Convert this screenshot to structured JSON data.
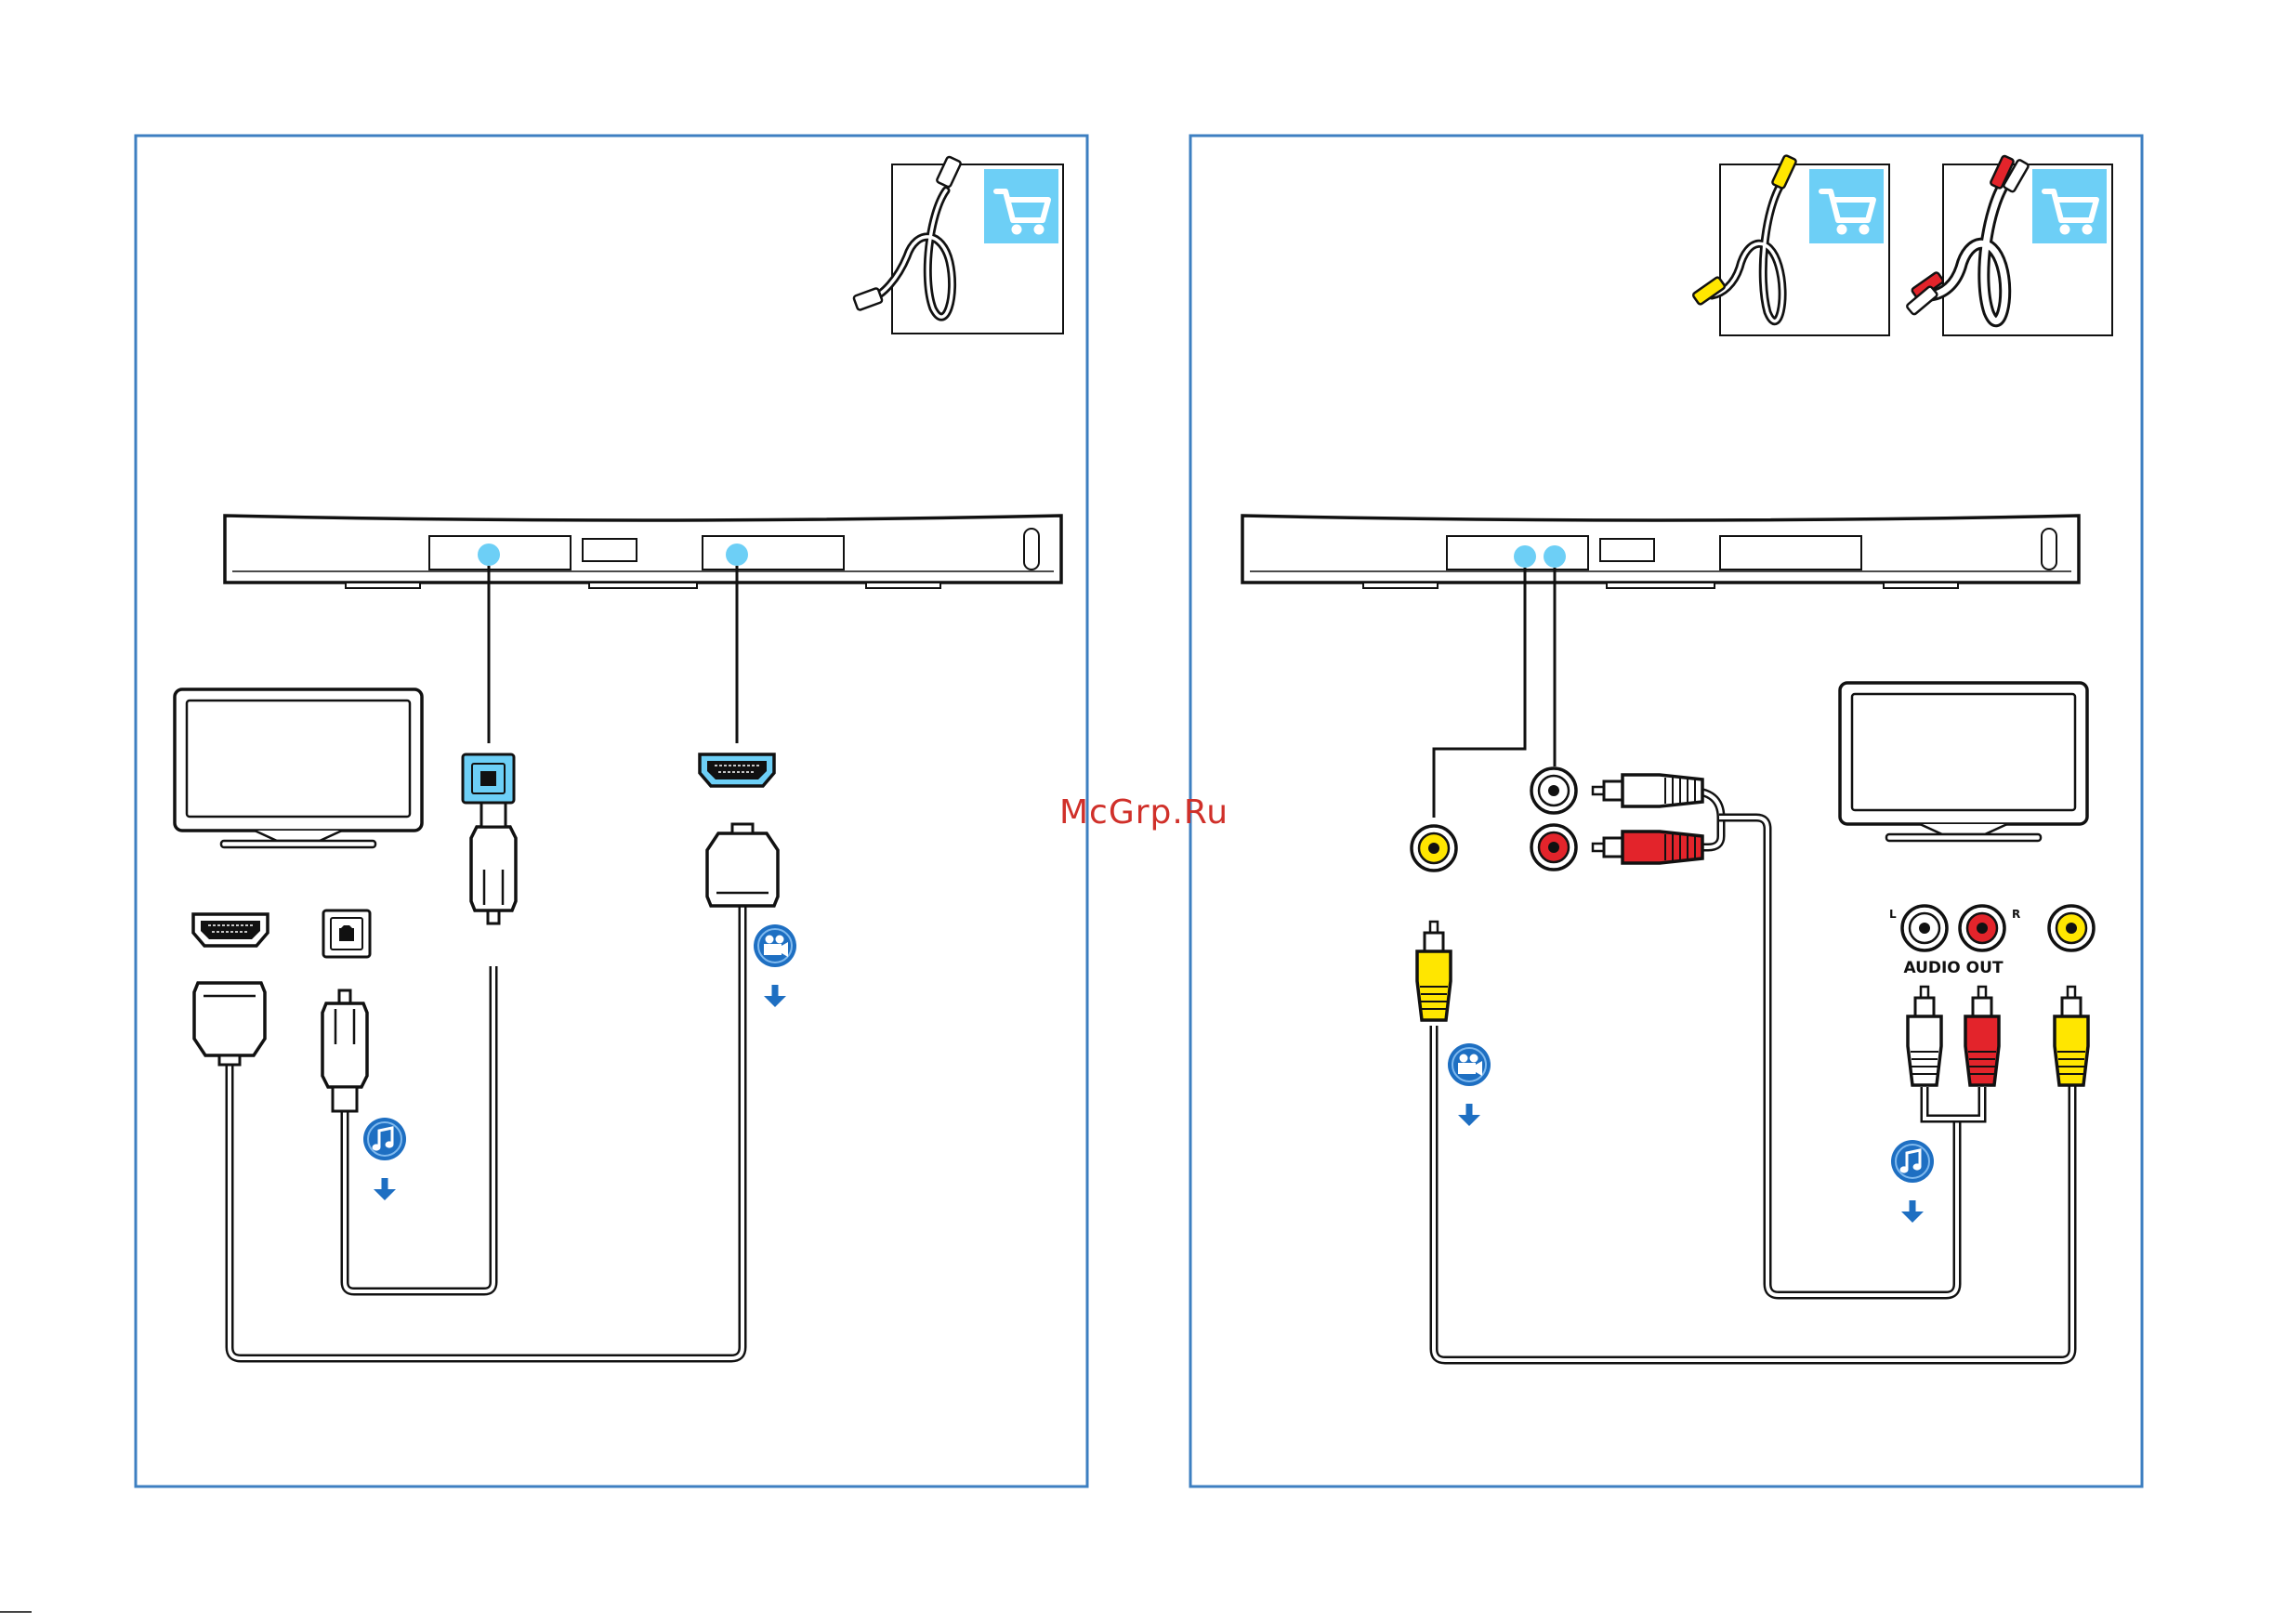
{
  "diagrams": [
    {
      "name": "digital-connection",
      "connections": [
        "optical",
        "hdmi"
      ]
    },
    {
      "name": "analog-connection",
      "connections": [
        "composite-video",
        "rca-audio"
      ]
    }
  ],
  "labels": {
    "audio_out": "AUDIO OUT",
    "left": "L",
    "right": "R"
  },
  "watermark": "McGrp.Ru",
  "icons": [
    "cart-icon",
    "music-note-icon",
    "video-camera-icon",
    "arrow-down-icon"
  ],
  "colors": {
    "frame": "#3d7fc1",
    "accent": "#6dcff6",
    "cart": "#6dcff6",
    "badge": "#1e6fc2",
    "yellow": "#ffe600",
    "red": "#e3242b",
    "white": "#ffffff",
    "outline": "#111111"
  }
}
